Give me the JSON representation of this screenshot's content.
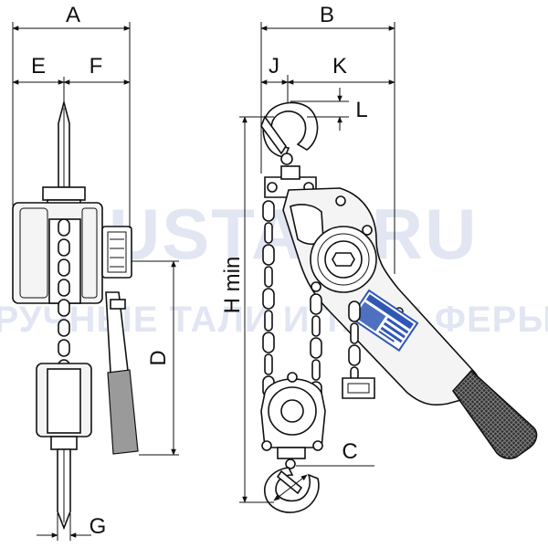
{
  "dimensions": {
    "A": "A",
    "B": "B",
    "C": "C",
    "D": "D",
    "E": "E",
    "F": "F",
    "G": "G",
    "H": "H min",
    "J": "J",
    "K": "K",
    "L": "L"
  },
  "watermark": {
    "line1": "RUSTAL.RU",
    "line2": "РУЧНЫЕ ТАЛИ И ТАЛИ ФЕРЫ"
  },
  "colors": {
    "line": "#111111",
    "body_fill": "#f4f4f4",
    "label_plate": "#2f57b5",
    "grip": "#333333",
    "watermark": "#c9d3e8"
  }
}
